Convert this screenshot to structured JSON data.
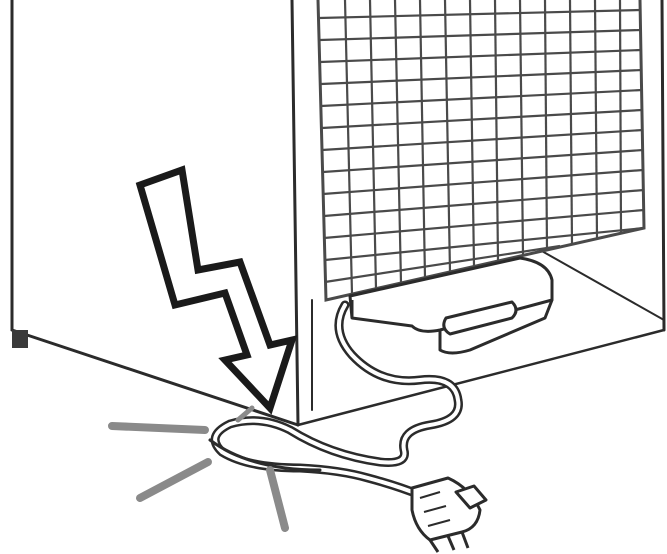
{
  "illustration": {
    "colors": {
      "line": "#2b2b2b",
      "grid": "#4a4a4a",
      "arrow_fill": "#ffffff",
      "spark": "#8a8a8a",
      "background": "#ffffff"
    },
    "parts": [
      "appliance-cabinet",
      "condenser-grid",
      "compressor-tray",
      "power-cord",
      "plug",
      "lightning-bolt-arrow",
      "spark-rays"
    ]
  }
}
